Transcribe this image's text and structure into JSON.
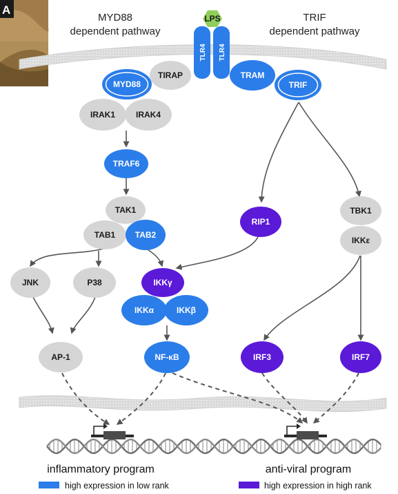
{
  "panel_letter": "A",
  "headings": {
    "myd88": [
      "MYD88",
      "dependent pathway"
    ],
    "trif": [
      "TRIF",
      "dependent pathway"
    ]
  },
  "ligand": "LPS",
  "receptor": "TLR4",
  "nodes": {
    "myd88": "MYD88",
    "tirap": "TIRAP",
    "tram": "TRAM",
    "trif": "TRIF",
    "irak1": "IRAK1",
    "irak4": "IRAK4",
    "traf6": "TRAF6",
    "tak1": "TAK1",
    "tab1": "TAB1",
    "tab2": "TAB2",
    "rip1": "RIP1",
    "tbk1": "TBK1",
    "ikke": "IKKε",
    "jnk": "JNK",
    "p38": "P38",
    "ikkg": "IKKγ",
    "ikka": "IKKα",
    "ikkb": "IKKβ",
    "ap1": "AP-1",
    "nfkb": "NF-κB",
    "irf3": "IRF3",
    "irf7": "IRF7"
  },
  "programs": {
    "inflammatory": "inflammatory program",
    "antiviral": "anti-viral program"
  },
  "legend": {
    "low_rank": "high expression in low rank",
    "high_rank": "high expression in high rank"
  },
  "colors": {
    "blue": "#2b7de9",
    "purple": "#5b19d8",
    "gray": "#d5d5d5",
    "green": "#8fcf5a",
    "membrane": "#d7d7d7",
    "arrow": "#555555",
    "dna": "#8a8a8a"
  },
  "icons": {
    "promoter": "gene-promoter-icon",
    "dna": "dna-helix-icon",
    "membrane": "cell-membrane-icon"
  }
}
